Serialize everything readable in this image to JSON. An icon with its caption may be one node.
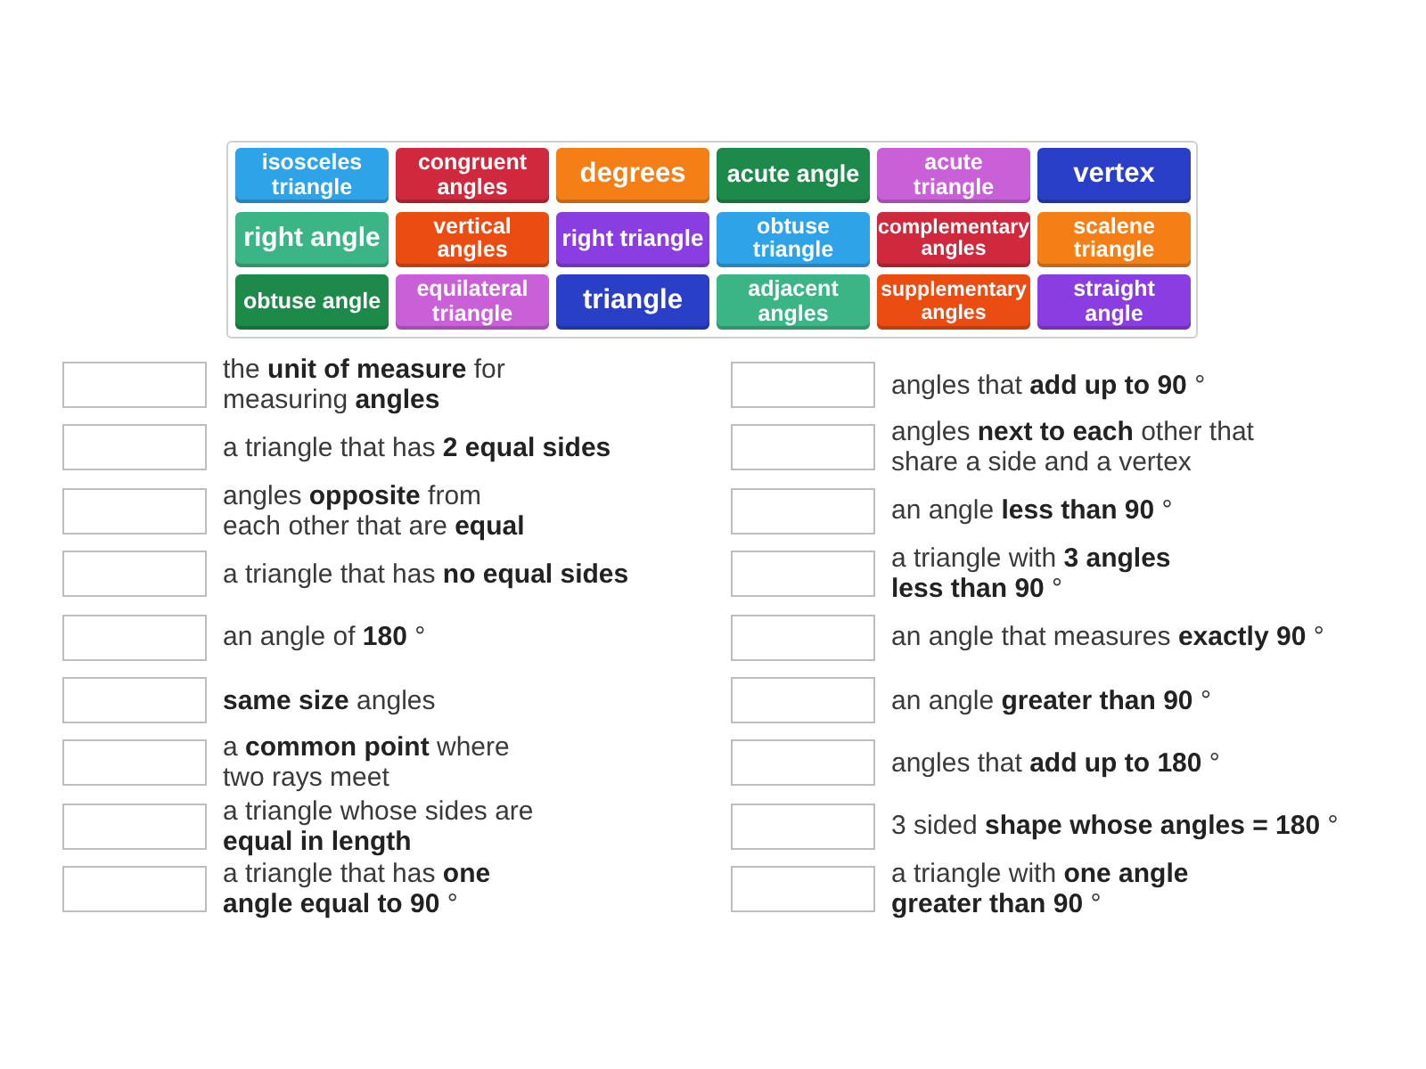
{
  "diagram": {
    "nodes": [
      {
        "text": [
          "isosceles triangle"
        ]
      },
      {
        "text": [
          "congruent angles"
        ]
      },
      {
        "text": [
          "degrees"
        ]
      },
      {
        "text": [
          "acute angle"
        ]
      },
      {
        "text": [
          "acute triangle"
        ]
      },
      {
        "text": [
          "vertex"
        ]
      },
      {
        "text": [
          "right angle"
        ]
      },
      {
        "text": [
          "vertical angles"
        ]
      },
      {
        "text": [
          "right triangle"
        ]
      },
      {
        "text": [
          "obtuse triangle"
        ]
      },
      {
        "text": [
          "complementary angles"
        ]
      },
      {
        "text": [
          "scalene triangle"
        ]
      },
      {
        "text": [
          "obtuse angle"
        ]
      },
      {
        "text": [
          "equilateral triangle"
        ]
      },
      {
        "text": [
          "triangle"
        ]
      },
      {
        "text": [
          "adjacent angles"
        ]
      },
      {
        "text": [
          "supplementary angles"
        ]
      },
      {
        "text": [
          "straight angle"
        ]
      },
      {
        "text": [],
        "shape": "box",
        "beside": [
          "the **unit of measure** for measuring **angles**"
        ]
      },
      {
        "text": [],
        "shape": "box",
        "beside": [
          "a triangle that has **2 equal sides**"
        ]
      },
      {
        "text": [],
        "shape": "box",
        "beside": [
          "angles **opposite** from each other that are **equal**"
        ]
      },
      {
        "text": [],
        "shape": "box",
        "beside": [
          "a triangle that has **no equal sides**"
        ]
      },
      {
        "text": [],
        "shape": "box",
        "beside": [
          "an angle of **180** °"
        ]
      },
      {
        "text": [],
        "shape": "box",
        "beside": [
          "**same size** angles"
        ]
      },
      {
        "text": [],
        "shape": "box",
        "beside": [
          "a **common point** where two rays meet"
        ]
      },
      {
        "text": [],
        "shape": "box",
        "beside": [
          "a triangle whose sides are **equal in length**"
        ]
      },
      {
        "text": [],
        "shape": "box",
        "beside": [
          "a triangle that has **one angle equal to 90** °"
        ]
      },
      {
        "text": [],
        "shape": "box",
        "beside": [
          "angles that **add up to 90** °"
        ]
      },
      {
        "text": [],
        "shape": "box",
        "beside": [
          "angles **next to each** other that share a side and a vertex"
        ]
      },
      {
        "text": [],
        "shape": "box",
        "beside": [
          "an angle **less than 90** °"
        ]
      },
      {
        "text": [],
        "shape": "box",
        "beside": [
          "a triangle with **3 angles less than 90** °"
        ]
      },
      {
        "text": [],
        "shape": "box",
        "beside": [
          "an angle that measures **exactly 90** °"
        ]
      },
      {
        "text": [],
        "shape": "box",
        "beside": [
          "an angle **greater than 90** °"
        ]
      },
      {
        "text": [],
        "shape": "box",
        "beside": [
          "angles that **add up to 180** °"
        ]
      },
      {
        "text": [],
        "shape": "box",
        "beside": [
          "3 sided **shape whose angles = 180** °"
        ]
      },
      {
        "text": [],
        "shape": "box",
        "beside": [
          "a triangle with **one angle greater than 90** °"
        ]
      }
    ]
  }
}
